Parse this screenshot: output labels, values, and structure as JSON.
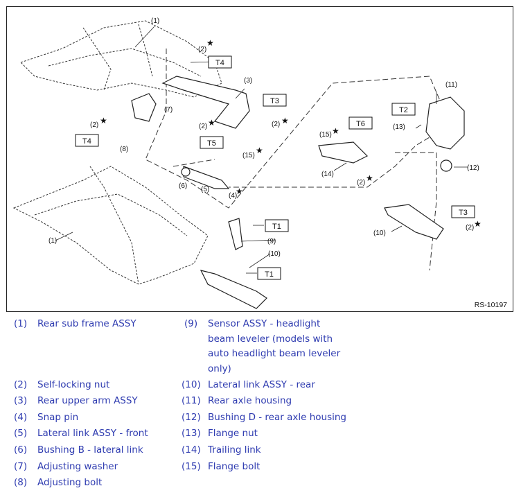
{
  "figure": {
    "figure_id": "RS-10197",
    "callouts": [
      "(1)",
      "(1)",
      "(2)",
      "(2)",
      "(2)",
      "(2)",
      "(2)",
      "(2)",
      "(3)",
      "(4)",
      "(5)",
      "(6)",
      "(7)",
      "(8)",
      "(9)",
      "(10)",
      "(10)",
      "(11)",
      "(12)",
      "(13)",
      "(14)",
      "(15)",
      "(15)"
    ],
    "torque_labels": [
      "T4",
      "T4",
      "T3",
      "T3",
      "T5",
      "T6",
      "T2",
      "T1",
      "T1"
    ]
  },
  "legend": [
    {
      "num": "(1)",
      "text": "Rear sub frame ASSY"
    },
    {
      "num": "(2)",
      "text": "Self-locking nut"
    },
    {
      "num": "(3)",
      "text": "Rear upper arm ASSY"
    },
    {
      "num": "(4)",
      "text": "Snap pin"
    },
    {
      "num": "(5)",
      "text": "Lateral link ASSY - front"
    },
    {
      "num": "(6)",
      "text": "Bushing B - lateral link"
    },
    {
      "num": "(7)",
      "text": "Adjusting washer"
    },
    {
      "num": "(8)",
      "text": "Adjusting bolt"
    },
    {
      "num": "(9)",
      "lines": [
        "Sensor ASSY - headlight",
        "beam leveler (models with",
        "auto headlight beam leveler",
        "only)"
      ]
    },
    {
      "num": "(10)",
      "text": "Lateral link ASSY - rear"
    },
    {
      "num": "(11)",
      "text": "Rear axle housing"
    },
    {
      "num": "(12)",
      "text": "Bushing D - rear axle housing"
    },
    {
      "num": "(13)",
      "text": "Flange nut"
    },
    {
      "num": "(14)",
      "text": "Trailing link"
    },
    {
      "num": "(15)",
      "text": "Flange bolt"
    }
  ]
}
